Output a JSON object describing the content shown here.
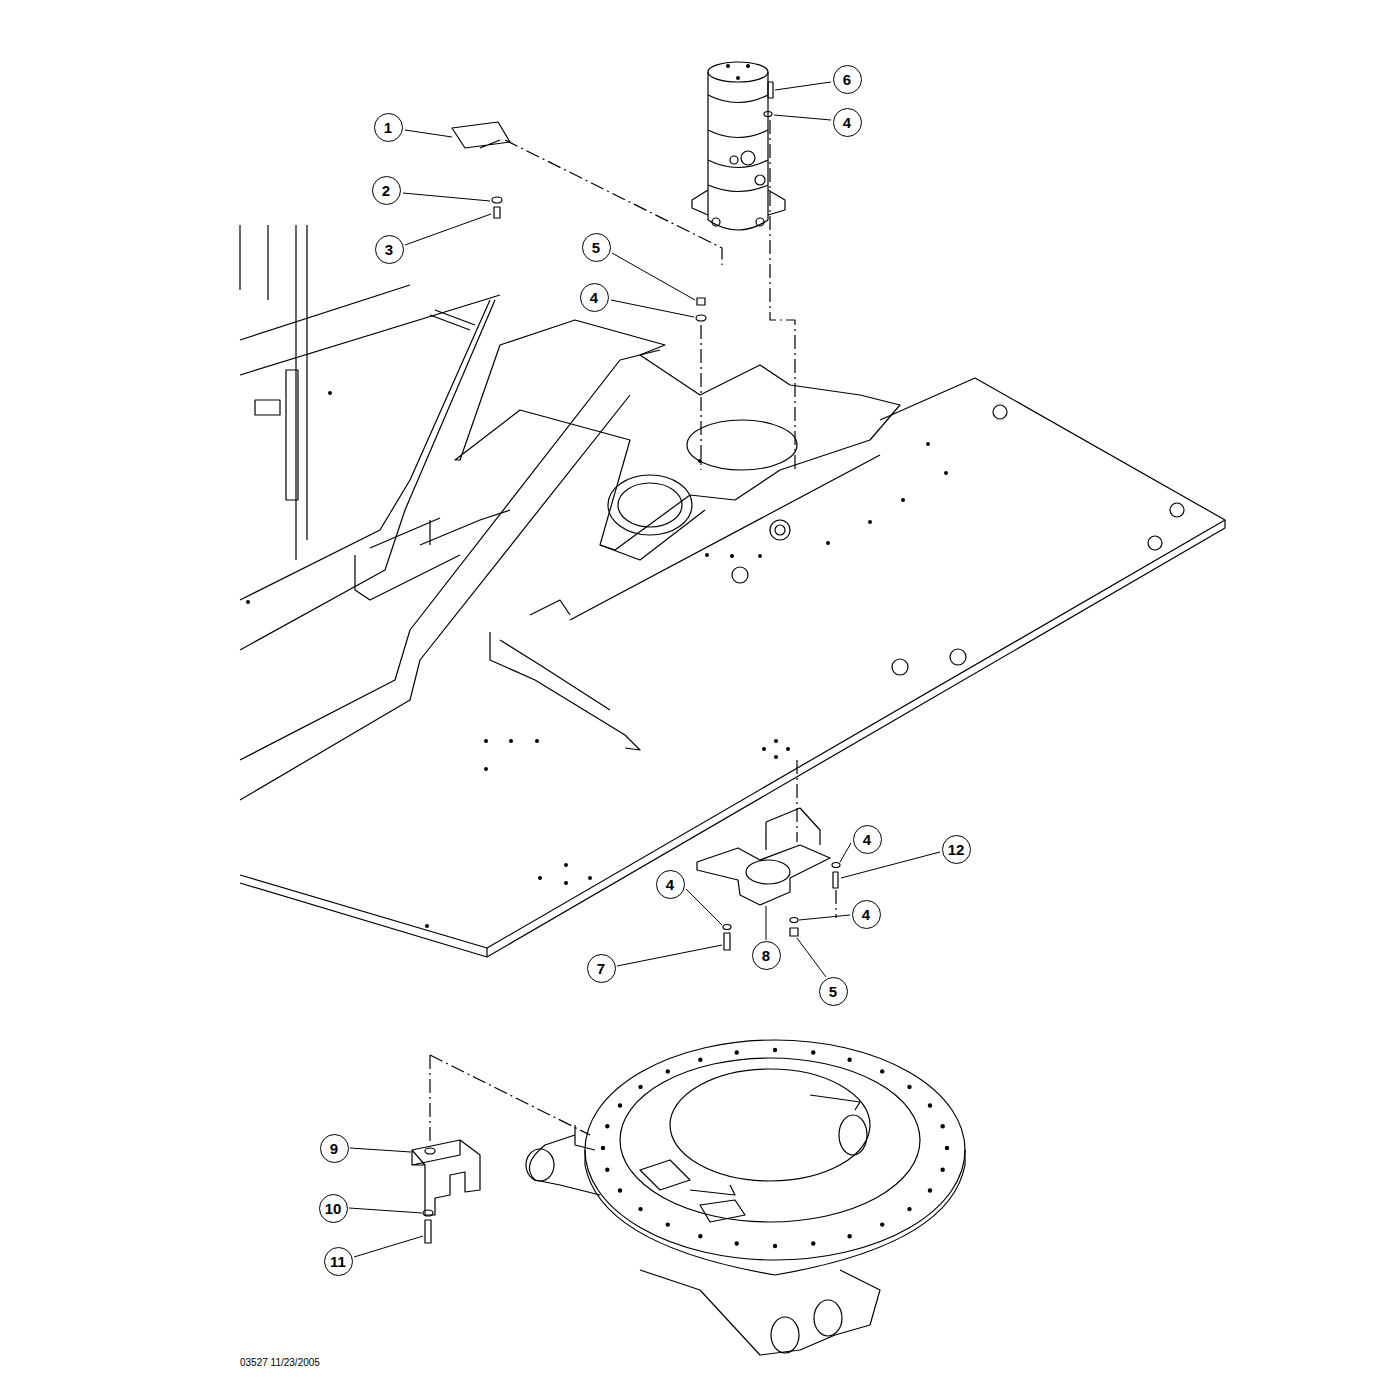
{
  "diagram": {
    "labels": [
      "6",
      "4",
      "1",
      "2",
      "5",
      "3",
      "4",
      "4",
      "12",
      "4",
      "4",
      "8",
      "7",
      "5",
      "9",
      "10",
      "11",
      "03527 11/23/2005"
    ]
  }
}
